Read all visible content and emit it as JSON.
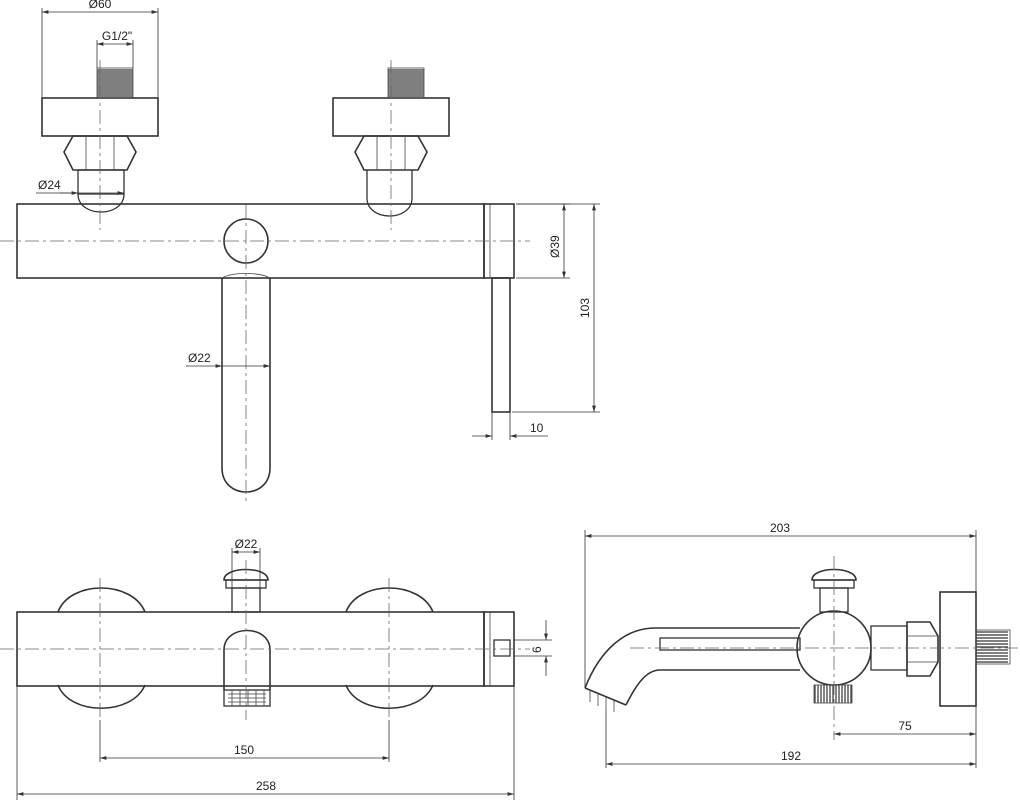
{
  "drawing": {
    "dimensions": {
      "d60": "Ø60",
      "g12": "G1/2\"",
      "d24": "Ø24",
      "d39": "Ø39",
      "h103": "103",
      "d22_front": "Ø22",
      "w10": "10",
      "d22_top": "Ø22",
      "h6": "6",
      "w150": "150",
      "w258": "258",
      "w203": "203",
      "w75": "75",
      "w192": "192"
    }
  }
}
